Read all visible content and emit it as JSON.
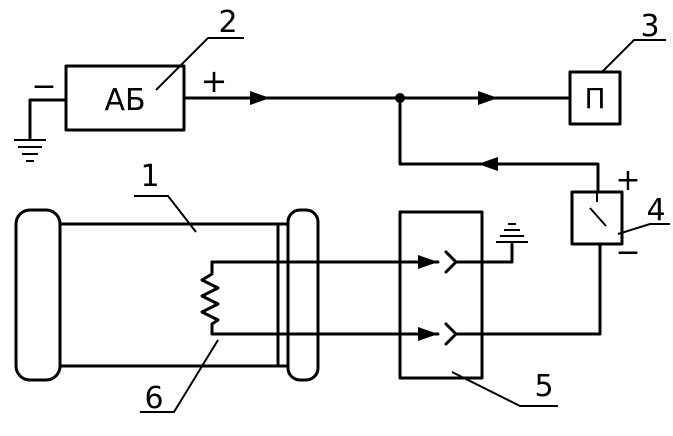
{
  "battery": {
    "label": "АБ",
    "minus": "−",
    "plus": "+",
    "number": "2"
  },
  "consumer": {
    "label": "П",
    "number": "3"
  },
  "switch": {
    "plus": "+",
    "minus": "−",
    "number": "4"
  },
  "connector_block": {
    "number": "5"
  },
  "cylinder": {
    "number": "1"
  },
  "resistor": {
    "number": "6"
  },
  "colors": {
    "line": "#000000",
    "background": "#ffffff"
  }
}
